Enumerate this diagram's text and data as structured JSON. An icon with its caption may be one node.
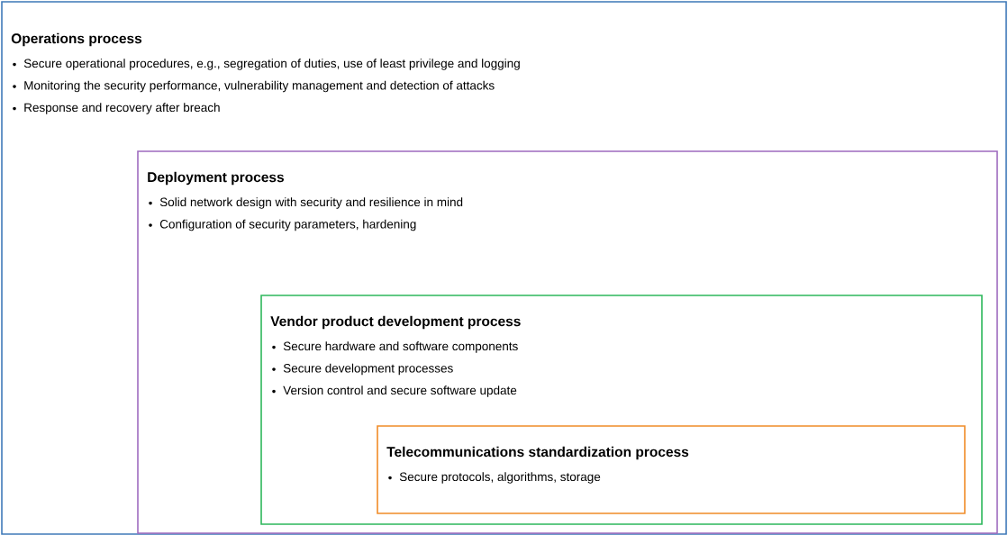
{
  "diagram": {
    "nodes": [
      {
        "text": [
          "Operations process",
          "Secure operational procedures, e.g., segregation of duties, use of least privilege and logging",
          "Monitoring the security performance, vulnerability management and detection of attacks",
          "Response and recovery after breach"
        ]
      },
      {
        "text": [
          "Deployment process",
          "Solid network design with security and resilience in mind",
          "Configuration of security parameters, hardening"
        ],
        "in": 0
      },
      {
        "text": [
          "Vendor product development process",
          "Secure hardware and software components",
          "Secure development processes",
          "Version control and secure software update"
        ],
        "in": 1
      },
      {
        "text": [
          "Telecommunications standardization process",
          "Secure protocols, algorithms, storage"
        ],
        "in": 2
      }
    ]
  }
}
